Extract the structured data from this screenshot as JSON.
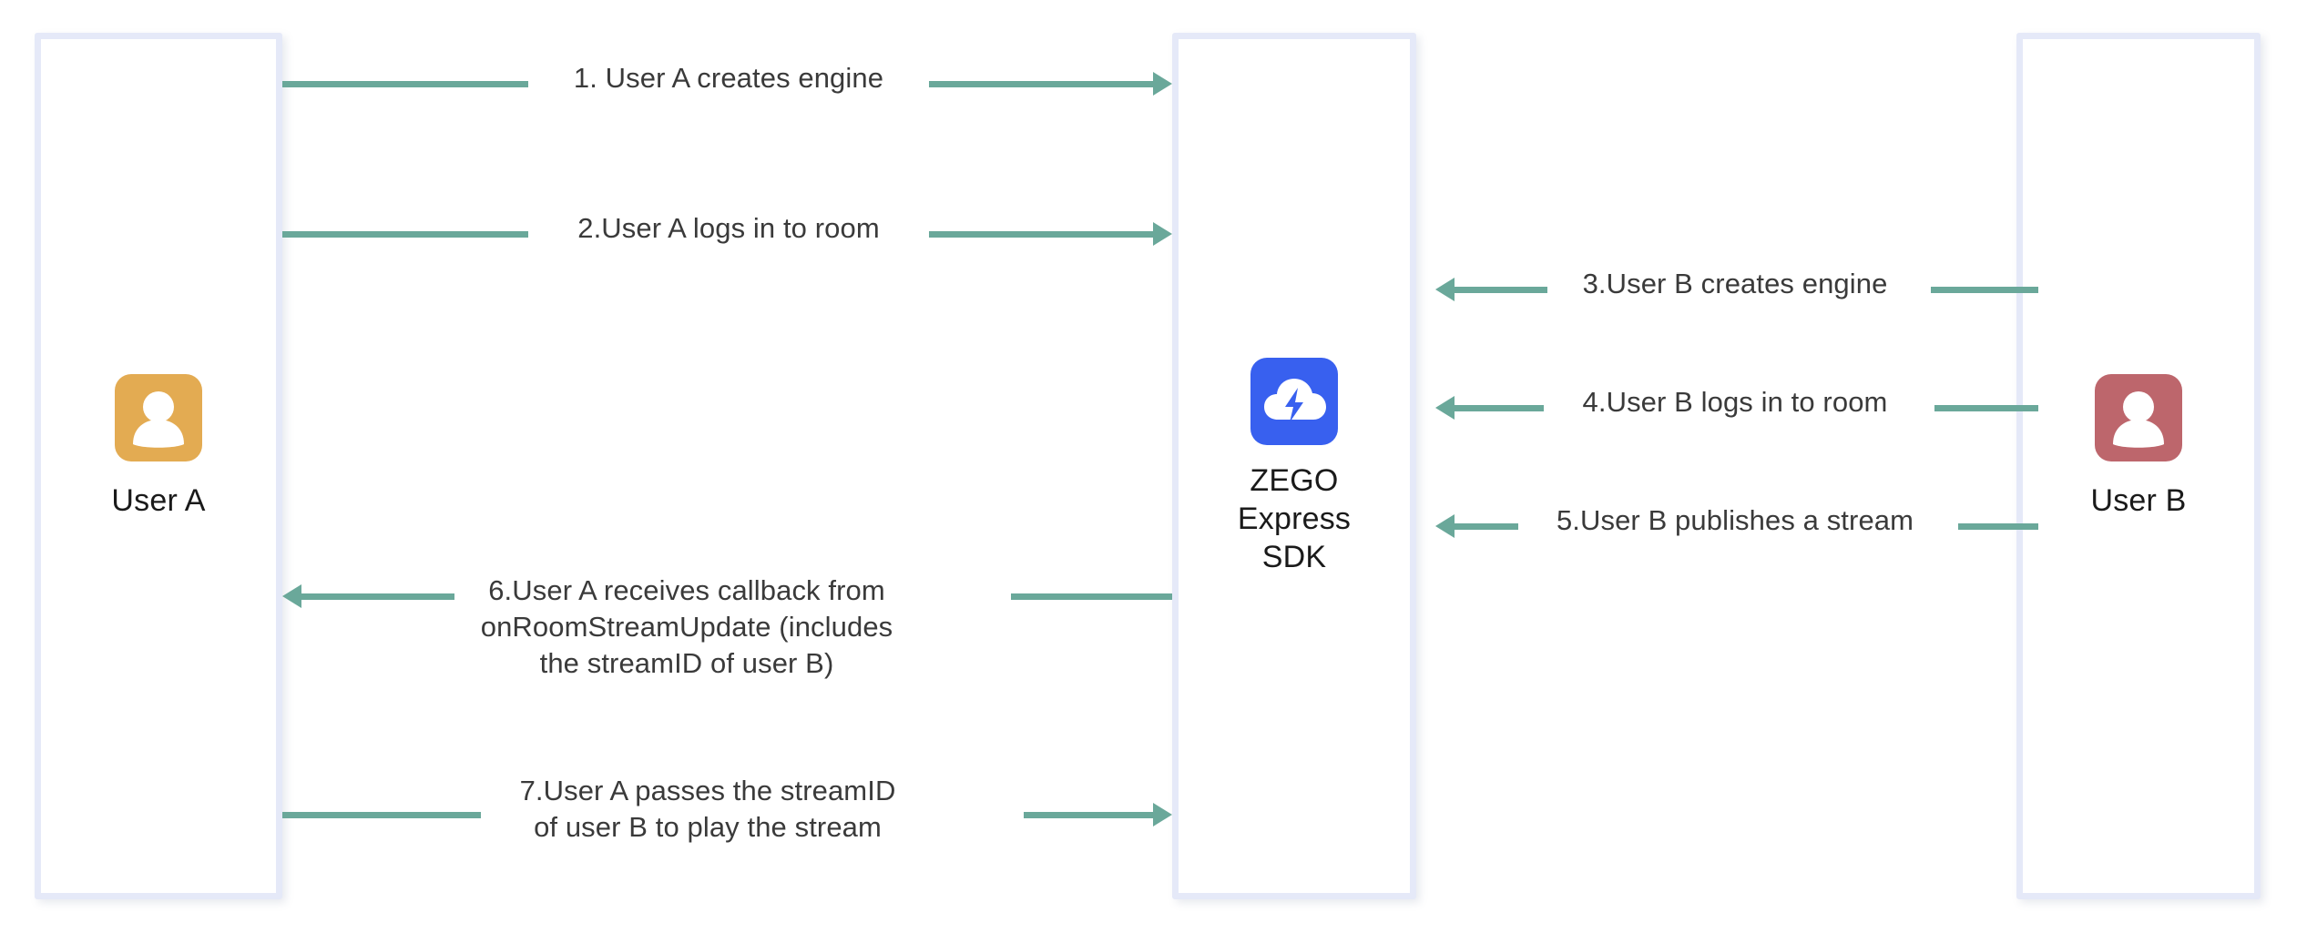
{
  "diagram": {
    "type": "sequence-diagram",
    "title": "ZEGO Express SDK publish/play sequence",
    "background": "#ffffff",
    "colors": {
      "lane_border": "#e5e9f8",
      "arrow": "#6aa89a",
      "user_a_avatar": "#e3ab52",
      "user_b_avatar": "#bd666c",
      "sdk_avatar": "#3860ef",
      "label_text": "#3a3a3a",
      "caption_text": "#1a1a1a"
    }
  },
  "lanes": [
    {
      "id": "user-a",
      "label": "User A",
      "avatar_icon": "person-icon"
    },
    {
      "id": "sdk",
      "label": "ZEGO\nExpress\nSDK",
      "avatar_icon": "cloud-bolt-icon"
    },
    {
      "id": "user-b",
      "label": "User B",
      "avatar_icon": "person-icon"
    }
  ],
  "messages": [
    {
      "step": 1,
      "text": "1. User A creates engine",
      "from": "user-a",
      "to": "sdk",
      "direction": "right"
    },
    {
      "step": 2,
      "text": "2.User A logs in to room",
      "from": "user-a",
      "to": "sdk",
      "direction": "right"
    },
    {
      "step": 3,
      "text": "3.User B creates engine",
      "from": "user-b",
      "to": "sdk",
      "direction": "left"
    },
    {
      "step": 4,
      "text": "4.User B logs in to room",
      "from": "user-b",
      "to": "sdk",
      "direction": "left"
    },
    {
      "step": 5,
      "text": "5.User B publishes a stream",
      "from": "user-b",
      "to": "sdk",
      "direction": "left"
    },
    {
      "step": 6,
      "text": "6.User A receives callback from\nonRoomStreamUpdate (includes\nthe streamID of user B)",
      "from": "sdk",
      "to": "user-a",
      "direction": "left"
    },
    {
      "step": 7,
      "text": "7.User A passes the streamID\nof user B to play the stream",
      "from": "user-a",
      "to": "sdk",
      "direction": "right"
    }
  ]
}
